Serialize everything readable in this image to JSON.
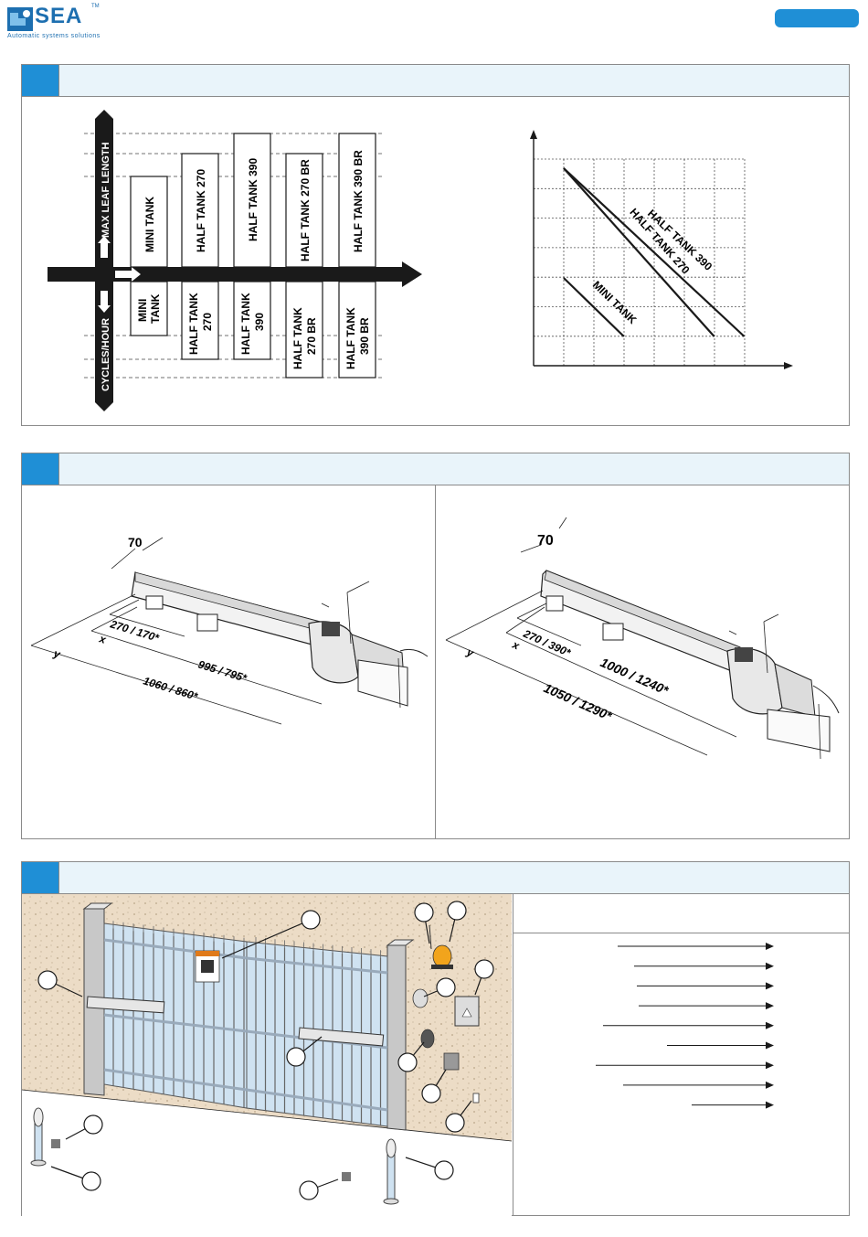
{
  "header": {
    "brand": "SEA",
    "trademark": "TM",
    "tagline": "Automatic systems solutions"
  },
  "section1": {
    "axis_up": "MAX LEAF LENGTH",
    "axis_down": "CYCLES/HOUR",
    "upper_bars": [
      "MINI TANK",
      "HALF TANK 270",
      "HALF TANK 390",
      "HALF TANK 270 BR",
      "HALF TANK 390 BR"
    ],
    "lower_bars": [
      [
        "MINI",
        "TANK"
      ],
      [
        "HALF TANK",
        "270"
      ],
      [
        "HALF TANK",
        "390"
      ],
      [
        "HALF TANK",
        "270 BR"
      ],
      [
        "HALF TANK",
        "390 BR"
      ]
    ],
    "chart_lines": [
      "HALF TANK 390",
      "HALF TANK 270",
      "MINI TANK"
    ]
  },
  "section2": {
    "left": {
      "width": "70",
      "x": "x",
      "y": "y",
      "dim_a": "270 / 170*",
      "dim_b": "995 / 795*",
      "dim_c": "1060 / 860*"
    },
    "right": {
      "width": "70",
      "x": "x",
      "y": "y",
      "dim_a": "270 / 390*",
      "dim_b": "1000 / 1240*",
      "dim_c": "1050 / 1290*"
    }
  },
  "chart_data": {
    "type": "line",
    "series": [
      {
        "name": "HALF TANK 390",
        "x": [
          0,
          6
        ],
        "y": [
          6.75,
          1
        ]
      },
      {
        "name": "HALF TANK 270",
        "x": [
          0,
          5
        ],
        "y": [
          6.75,
          1
        ]
      },
      {
        "name": "MINI TANK",
        "x": [
          0,
          2
        ],
        "y": [
          3,
          1
        ]
      }
    ],
    "grid": true,
    "xlim": [
      -1,
      7.5
    ],
    "ylim": [
      0,
      8
    ]
  }
}
